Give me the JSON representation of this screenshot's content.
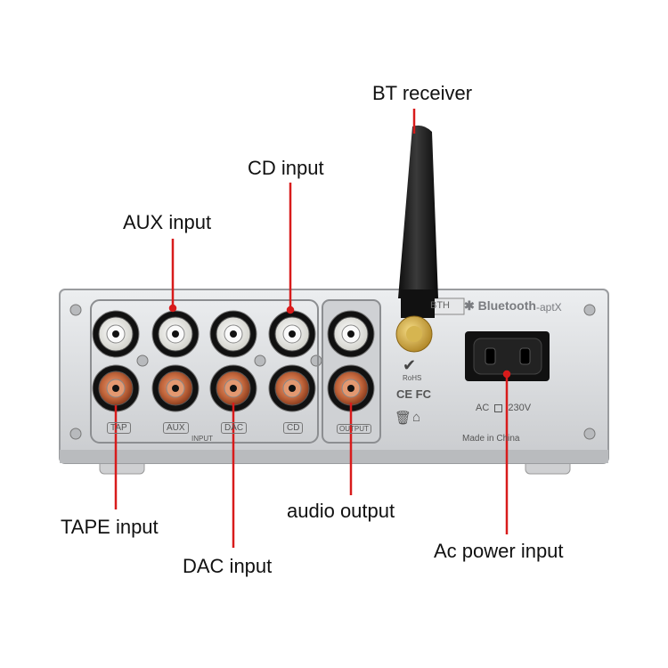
{
  "callouts": {
    "bt_receiver": "BT receiver",
    "cd_input": "CD input",
    "aux_input": "AUX input",
    "tape_input": "TAPE input",
    "audio_output": "audio output",
    "dac_input": "DAC input",
    "ac_power_input": "Ac power input"
  },
  "panel": {
    "bt_badge": "BTH",
    "bluetooth_logo": "Bluetooth",
    "aptx": "-aptX",
    "jack_labels": [
      "TAP",
      "AUX",
      "DAC",
      "CD"
    ],
    "input_group_label": "INPUT",
    "output_label": "OUTPUT",
    "rohs": "RoHS",
    "ce_fc": "CE FC",
    "ac_voltage": "AC",
    "voltage_value": "230V",
    "made_in": "Made in China"
  },
  "colors": {
    "callout_line": "#d81b1b",
    "panel_face": "#d8dadc",
    "jack_white": "#f2f2ef",
    "jack_red": "#b5562e",
    "antenna": "#1a1a1a",
    "gold": "#c9a23a"
  }
}
